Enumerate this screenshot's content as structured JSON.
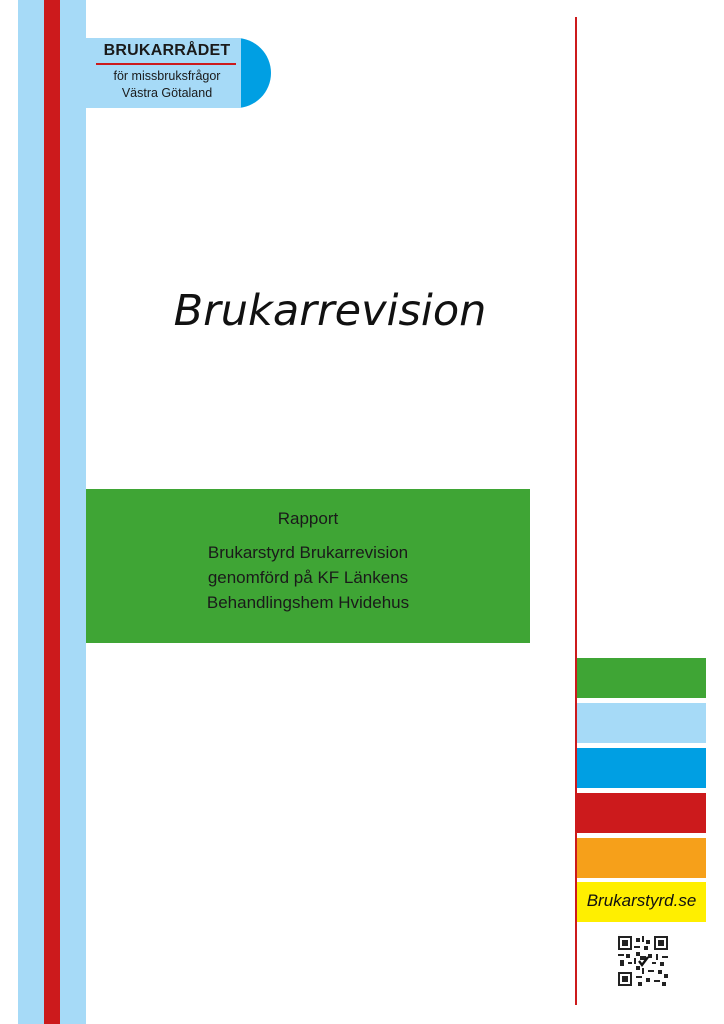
{
  "colors": {
    "light_blue": "#a6daf7",
    "red": "#cc1a1c",
    "blue": "#009fe3",
    "green": "#3fa535",
    "orange": "#f6a01a",
    "yellow": "#ffef00"
  },
  "logo": {
    "title": "BRUKARRÅDET",
    "line1": "för missbruksfrågor",
    "line2": "Västra Götaland"
  },
  "main_title": "Brukarrevision",
  "report_box": {
    "label": "Rapport",
    "lines": [
      "Brukarstyrd Brukarrevision",
      "genomförd på KF Länkens",
      "Behandlingshem Hvidehus"
    ]
  },
  "color_bars": [
    "#3fa535",
    "#a6daf7",
    "#009fe3",
    "#cc1a1c",
    "#f6a01a"
  ],
  "website": "Brukarstyrd.se",
  "icons": {
    "qr": "qr-code-icon"
  }
}
